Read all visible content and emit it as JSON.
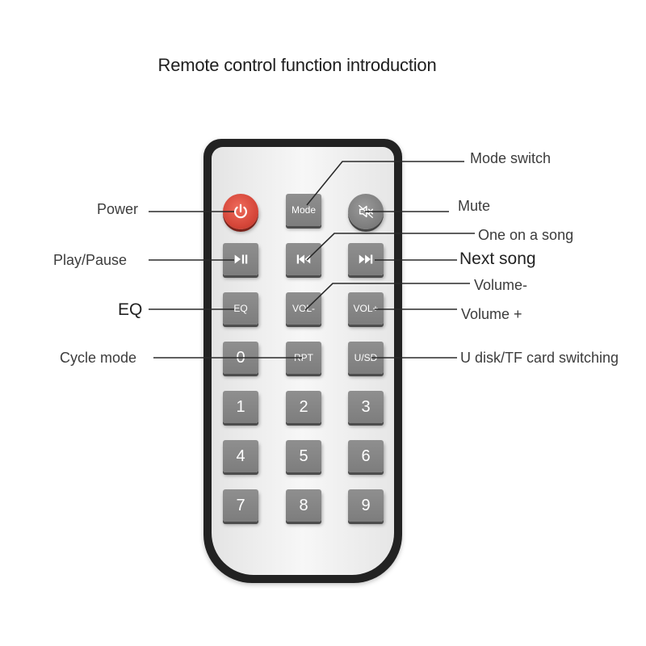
{
  "title": "Remote control function introduction",
  "labels": {
    "mode_switch": "Mode switch",
    "power": "Power",
    "mute": "Mute",
    "previous_song": "One on a song",
    "play_pause": "Play/Pause",
    "next_song": "Next song",
    "volume_down": "Volume-",
    "eq": "EQ",
    "volume_up": "Volume +",
    "cycle_mode": "Cycle mode",
    "usd_switch": "U disk/TF card switching"
  },
  "buttons": {
    "mode": "Mode",
    "eq": "EQ",
    "vol_down": "VOL-",
    "vol_up": "VOL+",
    "zero": "0",
    "rpt": "RPT",
    "usd": "U/SD",
    "one": "1",
    "two": "2",
    "three": "3",
    "four": "4",
    "five": "5",
    "six": "6",
    "seven": "7",
    "eight": "8",
    "nine": "9"
  },
  "icons": {
    "power": "power-icon",
    "mute": "speaker-mute-icon",
    "play_pause": "play-pause-icon",
    "previous": "skip-previous-icon",
    "next": "skip-next-icon"
  },
  "colors": {
    "power_button": "#d6473a",
    "button_gray": "#858585",
    "remote_body": "#222222"
  }
}
